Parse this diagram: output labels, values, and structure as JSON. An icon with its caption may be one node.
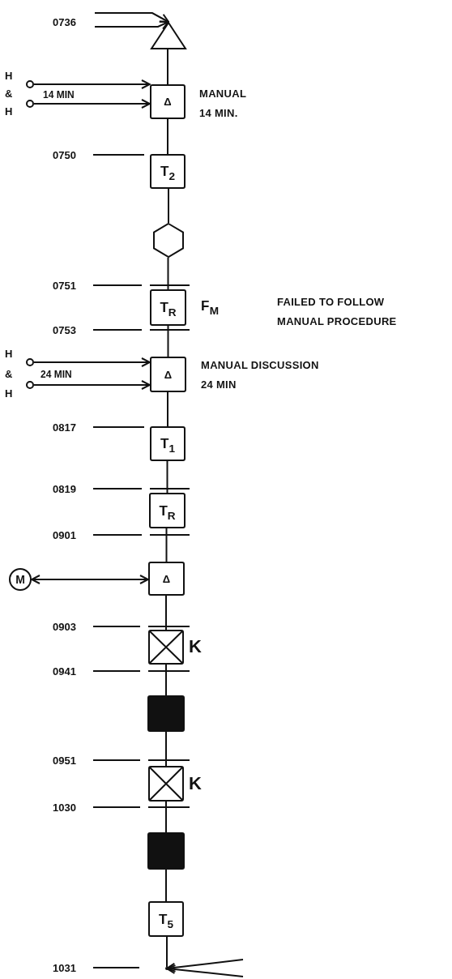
{
  "diagram": {
    "nodes": [
      {
        "text": [],
        "shape": "triangle"
      },
      {
        "text": [],
        "shape": "circle"
      },
      {
        "text": [],
        "shape": "circle"
      },
      {
        "text": [
          "Δ"
        ],
        "beside": [
          "MANUAL 14 MIN."
        ]
      },
      {
        "text": [
          "T$_{2}$"
        ]
      },
      {
        "text": [],
        "shape": "hexagon"
      },
      {
        "text": [
          "T$_{R}$"
        ],
        "beside": [
          "F$_{M}$"
        ]
      },
      {
        "text": [],
        "shape": "circle"
      },
      {
        "text": [],
        "shape": "circle"
      },
      {
        "text": [
          "Δ"
        ],
        "beside": [
          "MANUAL DISCUSSION 24 MIN"
        ]
      },
      {
        "text": [
          "T$_{1}$"
        ]
      },
      {
        "text": [
          "T$_{R}$"
        ]
      },
      {
        "text": [
          "M"
        ]
      },
      {
        "text": [
          "Δ"
        ]
      },
      {
        "text": [],
        "shape": "box",
        "beside": [
          "K"
        ]
      },
      {
        "text": [],
        "shape": "box"
      },
      {
        "text": [],
        "shape": "box",
        "beside": [
          "K"
        ]
      },
      {
        "text": [],
        "shape": "box"
      },
      {
        "text": [
          "T$_{5}$"
        ]
      },
      {
        "text": [],
        "shape": "point"
      }
    ],
    "edges": [
      {
        "from": null,
        "to": 0,
        "arrow": "to"
      },
      {
        "from": null,
        "to": 0,
        "arrow": "to"
      },
      {
        "from": 0,
        "to": 3,
        "arrow": "none"
      },
      {
        "from": 1,
        "to": 3,
        "arrow": "to"
      },
      {
        "from": 2,
        "to": 3,
        "arrow": "to"
      },
      {
        "from": 3,
        "to": 4,
        "arrow": "none"
      },
      {
        "from": 4,
        "to": 5,
        "arrow": "none"
      },
      {
        "from": 5,
        "to": 6,
        "arrow": "none"
      },
      {
        "from": 6,
        "to": 9,
        "arrow": "none"
      },
      {
        "from": 7,
        "to": 9,
        "arrow": "to"
      },
      {
        "from": 8,
        "to": 9,
        "arrow": "to"
      },
      {
        "from": 9,
        "to": 10,
        "arrow": "none"
      },
      {
        "from": 10,
        "to": 11,
        "arrow": "none"
      },
      {
        "from": 11,
        "to": 13,
        "arrow": "none"
      },
      {
        "from": 12,
        "to": 13,
        "arrow": "both"
      },
      {
        "from": 13,
        "to": 14,
        "arrow": "none"
      },
      {
        "from": 14,
        "to": 15,
        "arrow": "none"
      },
      {
        "from": 15,
        "to": 16,
        "arrow": "none"
      },
      {
        "from": 16,
        "to": 17,
        "arrow": "none"
      },
      {
        "from": 17,
        "to": 18,
        "arrow": "none"
      },
      {
        "from": 18,
        "to": 19,
        "arrow": "none"
      },
      {
        "from": null,
        "to": 19,
        "arrow": "to"
      },
      {
        "from": null,
        "to": 19,
        "arrow": "to"
      }
    ],
    "labels": [
      "0736",
      "H",
      "&",
      "H",
      "14 MIN",
      "0750",
      "0751",
      "FAILED TO FOLLOW MANUAL PROCEDURE",
      "0753",
      "H",
      "&",
      "H",
      "24 MIN",
      "0817",
      "0819",
      "0901",
      "0903",
      "0941",
      "0951",
      "1030",
      "1031"
    ]
  }
}
